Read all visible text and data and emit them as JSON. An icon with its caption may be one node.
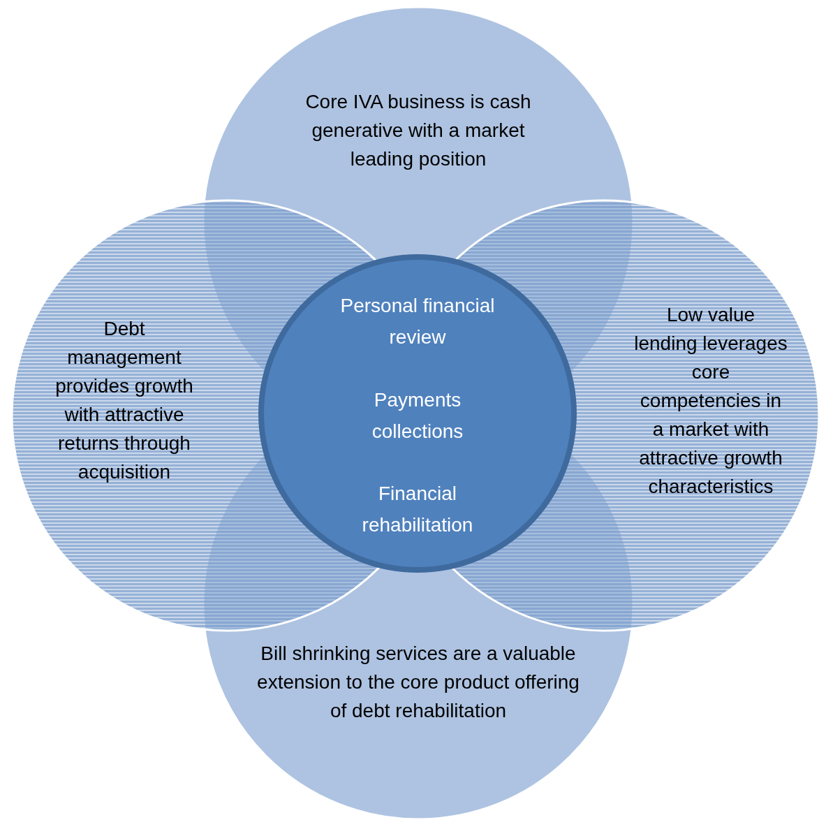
{
  "diagram": {
    "nodes": [
      {
        "text": [
          "Core IVA business is cash generative with a market leading position"
        ]
      },
      {
        "text": [
          "Debt management provides growth with attractive returns through acquisition"
        ]
      },
      {
        "text": [
          "Personal financial review",
          "Payments collections",
          "Financial rehabilitation"
        ]
      },
      {
        "text": [
          "Low value lending leverages core competencies in a market with attractive growth characteristics"
        ]
      },
      {
        "text": [
          "Bill shrinking services are a valuable extension to the core product offering of debt rehabilitation"
        ]
      }
    ]
  }
}
